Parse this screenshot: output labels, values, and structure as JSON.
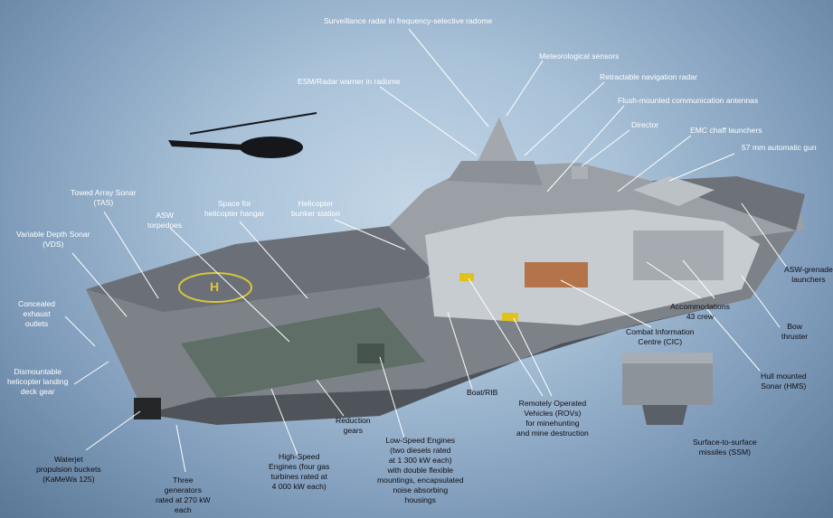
{
  "labels": {
    "surveillance_radar": "Surveillance radar in frequency-selective radome",
    "meteorological_sensors": "Meteorological sensors",
    "retractable_nav_radar": "Retractable navigation radar",
    "esm_radar_warner": "ESM/Radar warner in radome",
    "flush_antennas": "Flush-mounted communication antennas",
    "director": "Director",
    "emc_chaff": "EMC chaff launchers",
    "gun_57mm": "57 mm automatic gun",
    "towed_array_sonar": "Towed Array Sonar\n(TAS)",
    "asw_torpedoes": "ASW\ntorpedoes",
    "helicopter_hangar": "Space for\nhelicopter hangar",
    "helicopter_bunker": "Helicopter\nbunker station",
    "variable_depth_sonar": "Variable Depth Sonar\n(VDS)",
    "exhaust_outlets": "Concealed\nexhaust\noutlets",
    "landing_gear": "Dismountable\nhelicopter landing\ndeck gear",
    "asw_grenade": "ASW-grenade\nlaunchers",
    "accommodations": "Accommodations\n43 crew",
    "bow_thruster": "Bow\nthruster",
    "cic": "Combat Information\nCentre (CIC)",
    "hull_sonar": "Hull mounted\nSonar (HMS)",
    "boat_rib": "Boat/RIB",
    "rovs": "Remotely Operated\nVehicles (ROVs)\nfor minehunting\nand mine destruction",
    "reduction_gears": "Reduction\ngears",
    "ssm": "Surface-to-surface\nmissiles (SSM)",
    "waterjet": "Waterjet\npropulsion buckets\n(KaMeWa 125)",
    "generators": "Three\ngenerators\nrated at 270 kW\neach",
    "high_speed_engines": "High-Speed\nEngines (four gas\nturbines rated at\n4 000 kW each)",
    "low_speed_engines": "Low-Speed Engines\n(two diesels rated\nat 1 300 kW each)\nwith double flexible\nmountings, encapsulated\nnoise absorbing\nhousings"
  },
  "colors": {
    "background": "#a9c2d8",
    "hull": "#8b9097",
    "deck": "#6f747b",
    "pad_marking": "#d8c53a",
    "interior": "#c7ccd1",
    "rov": "#e0c21d"
  }
}
